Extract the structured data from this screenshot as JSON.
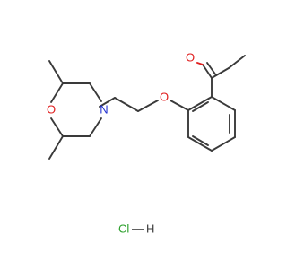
{
  "molecule": {
    "atoms": {
      "ketone_oxygen": "O",
      "ether_oxygen": "O",
      "morpholine_nitrogen": "N",
      "morpholine_oxygen": "O"
    },
    "salt": {
      "chloride": "Cl",
      "hydrogen": "H"
    },
    "colors": {
      "oxygen": "#e02020",
      "nitrogen": "#2030d0",
      "carbon_bond": "#3a3a3a",
      "salt": "#2ca02c"
    }
  }
}
